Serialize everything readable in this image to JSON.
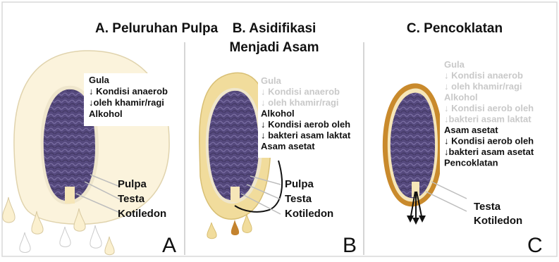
{
  "panels": [
    {
      "title_lines": [
        "A. Peluruhan Pulpa"
      ],
      "process_steps": [
        {
          "text": "Gula",
          "faded": false
        },
        {
          "text": "↓ Kondisi anaerob",
          "faded": false
        },
        {
          "text": "↓oleh khamir/ragi",
          "faded": false
        },
        {
          "text": "Alkohol",
          "faded": false
        }
      ],
      "parts": [
        "Pulpa",
        "Testa",
        "Kotiledon"
      ],
      "corner_letter": "A"
    },
    {
      "title_lines": [
        "B. Asidifikasi",
        "Menjadi Asam"
      ],
      "process_steps": [
        {
          "text": "Gula",
          "faded": true
        },
        {
          "text": "↓ Kondisi anaerob",
          "faded": true
        },
        {
          "text": "↓ oleh khamir/ragi",
          "faded": true
        },
        {
          "text": "Alkohol",
          "faded": false
        },
        {
          "text": "↓ Kondisi aerob oleh",
          "faded": false
        },
        {
          "text": "↓ bakteri asam laktat",
          "faded": false
        },
        {
          "text": "Asam asetat",
          "faded": false
        }
      ],
      "parts": [
        "Pulpa",
        "Testa",
        "Kotiledon"
      ],
      "corner_letter": "B"
    },
    {
      "title_lines": [
        "C. Pencoklatan"
      ],
      "process_steps": [
        {
          "text": "Gula",
          "faded": true
        },
        {
          "text": "↓ Kondisi anaerob",
          "faded": true
        },
        {
          "text": "↓ oleh khamir/ragi",
          "faded": true
        },
        {
          "text": "Alkohol",
          "faded": true
        },
        {
          "text": "↓ Kondisi aerob oleh",
          "faded": true
        },
        {
          "text": "↓bakteri asam laktat",
          "faded": true
        },
        {
          "text": "Asam asetat",
          "faded": false
        },
        {
          "text": "↓ Kondisi aerob oleh",
          "faded": false
        },
        {
          "text": "↓bakteri asam asetat",
          "faded": false
        },
        {
          "text": "Pencoklatan",
          "faded": false
        }
      ],
      "parts": [
        "Testa",
        "Kotiledon"
      ],
      "corner_letter": "C"
    }
  ],
  "colors": {
    "pulp_cream": "#fbf3dc",
    "pulp_outline": "#e0d3ad",
    "pulp_yellow": "#f1dc9c",
    "testa_brown": "#c98a2c",
    "cotyledon_purple": "#5b4f84",
    "drop_brown": "#c4832e",
    "divider": "#d6d6d6"
  }
}
